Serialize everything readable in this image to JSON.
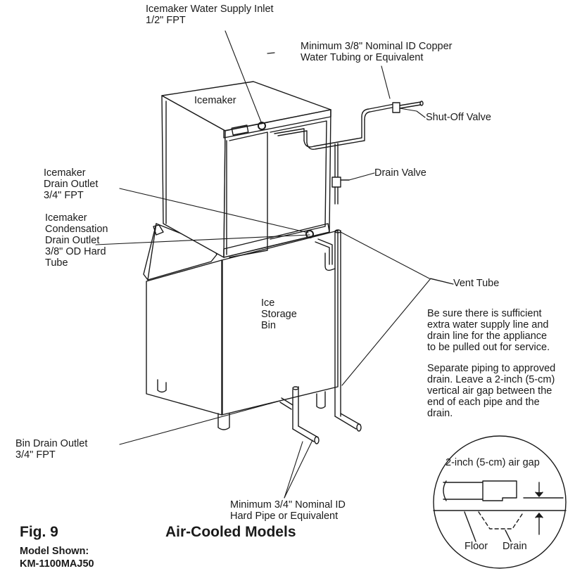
{
  "labels": {
    "water_supply_inlet": "Icemaker Water Supply Inlet\n1/2\" FPT",
    "copper_tubing": "Minimum 3/8\" Nominal ID Copper\nWater Tubing or Equivalent",
    "icemaker": "Icemaker",
    "shutoff_valve": "Shut-Off Valve",
    "drain_valve": "Drain Valve",
    "drain_outlet": "Icemaker\nDrain Outlet\n3/4\" FPT",
    "condensation_outlet": "Icemaker\nCondensation\nDrain Outlet\n3/8\" OD Hard\nTube",
    "vent_tube": "Vent Tube",
    "ice_storage_bin": "Ice\nStorage\nBin",
    "bin_drain_outlet": "Bin Drain Outlet\n3/4\" FPT",
    "hard_pipe": "Minimum 3/4\" Nominal ID\nHard Pipe or Equivalent",
    "air_gap": "2-inch (5-cm) air gap",
    "floor": "Floor",
    "drain": "Drain"
  },
  "notes": {
    "note1": "Be sure there is sufficient\nextra water supply line and\ndrain line for the appliance\nto be pulled out for service.",
    "note2": "Separate piping to approved\ndrain. Leave a 2-inch (5-cm)\nvertical air gap between the\nend of each pipe and the\ndrain."
  },
  "caption": {
    "figure": "Fig. 9",
    "title": "Air-Cooled Models",
    "model": "Model Shown:\nKM-1100MAJ50"
  }
}
